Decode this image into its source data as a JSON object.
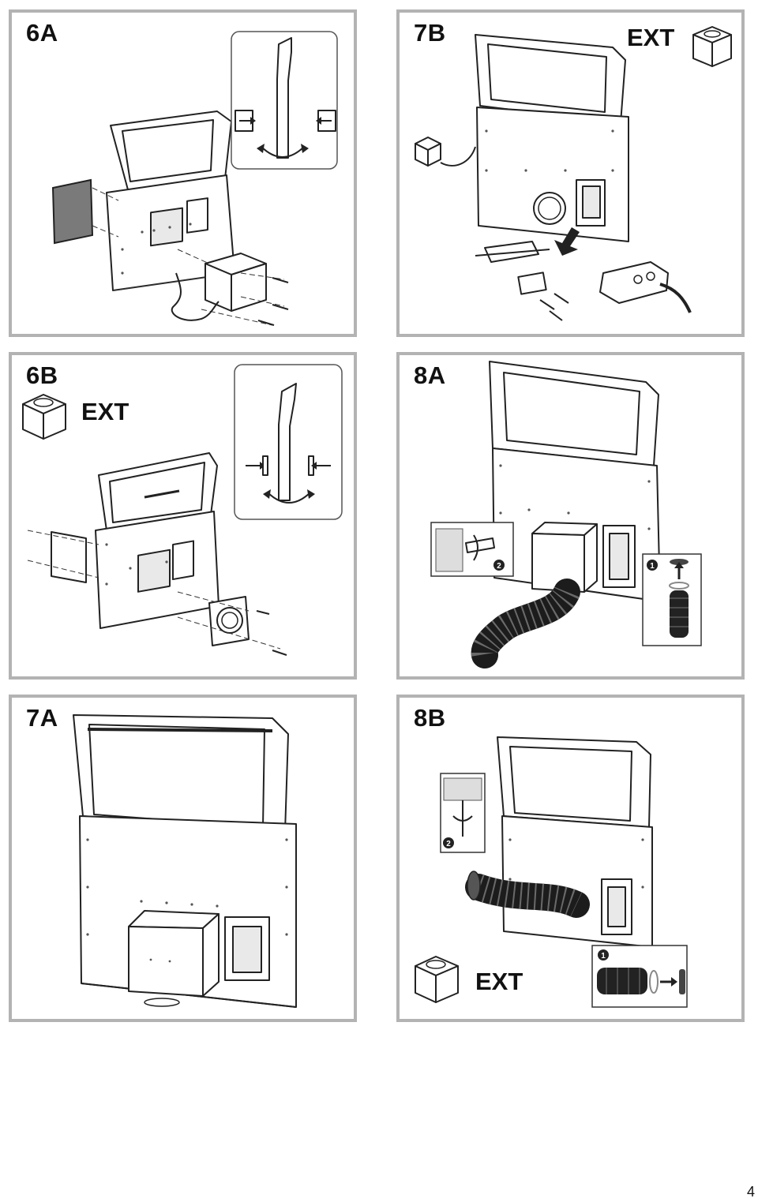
{
  "panels": {
    "p6a": {
      "title": "6A"
    },
    "p7b": {
      "title": "7B",
      "ext": "EXT"
    },
    "p6b": {
      "title": "6B",
      "ext": "EXT"
    },
    "p8a": {
      "title": "8A"
    },
    "p7a": {
      "title": "7A"
    },
    "p8b": {
      "title": "8B",
      "ext": "EXT"
    }
  },
  "page_number": "4",
  "colors": {
    "panel_border": "#b3b3b3",
    "line": "#222222",
    "background": "#ffffff"
  }
}
